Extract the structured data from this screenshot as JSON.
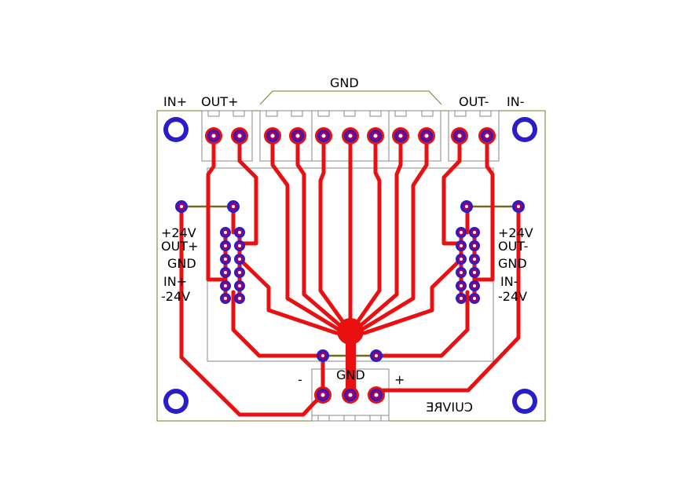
{
  "labels": {
    "gnd_top": "GND",
    "in_plus_top": "IN+",
    "out_plus_top": "OUT+",
    "out_minus_top": "OUT-",
    "in_minus_top": "IN-",
    "left_p24": "+24V",
    "left_out": "OUT+",
    "left_gnd": "GND",
    "left_in": "IN+",
    "left_m24": "-24V",
    "right_p24": "+24V",
    "right_out": "OUT-",
    "right_gnd": "GND",
    "right_in": "IN-",
    "right_m24": "-24V",
    "bottom_gnd": "GND",
    "bottom_minus": "-",
    "bottom_plus": "+",
    "bottom_mirror": "CUIVRE"
  },
  "colors": {
    "copper": "#e81010",
    "pad_ring": "#2a1cc8",
    "pad_fill": "#a00060",
    "outline": "#7a7a20",
    "silkscreen": "#8a8a8a",
    "jumper": "#706a20"
  }
}
